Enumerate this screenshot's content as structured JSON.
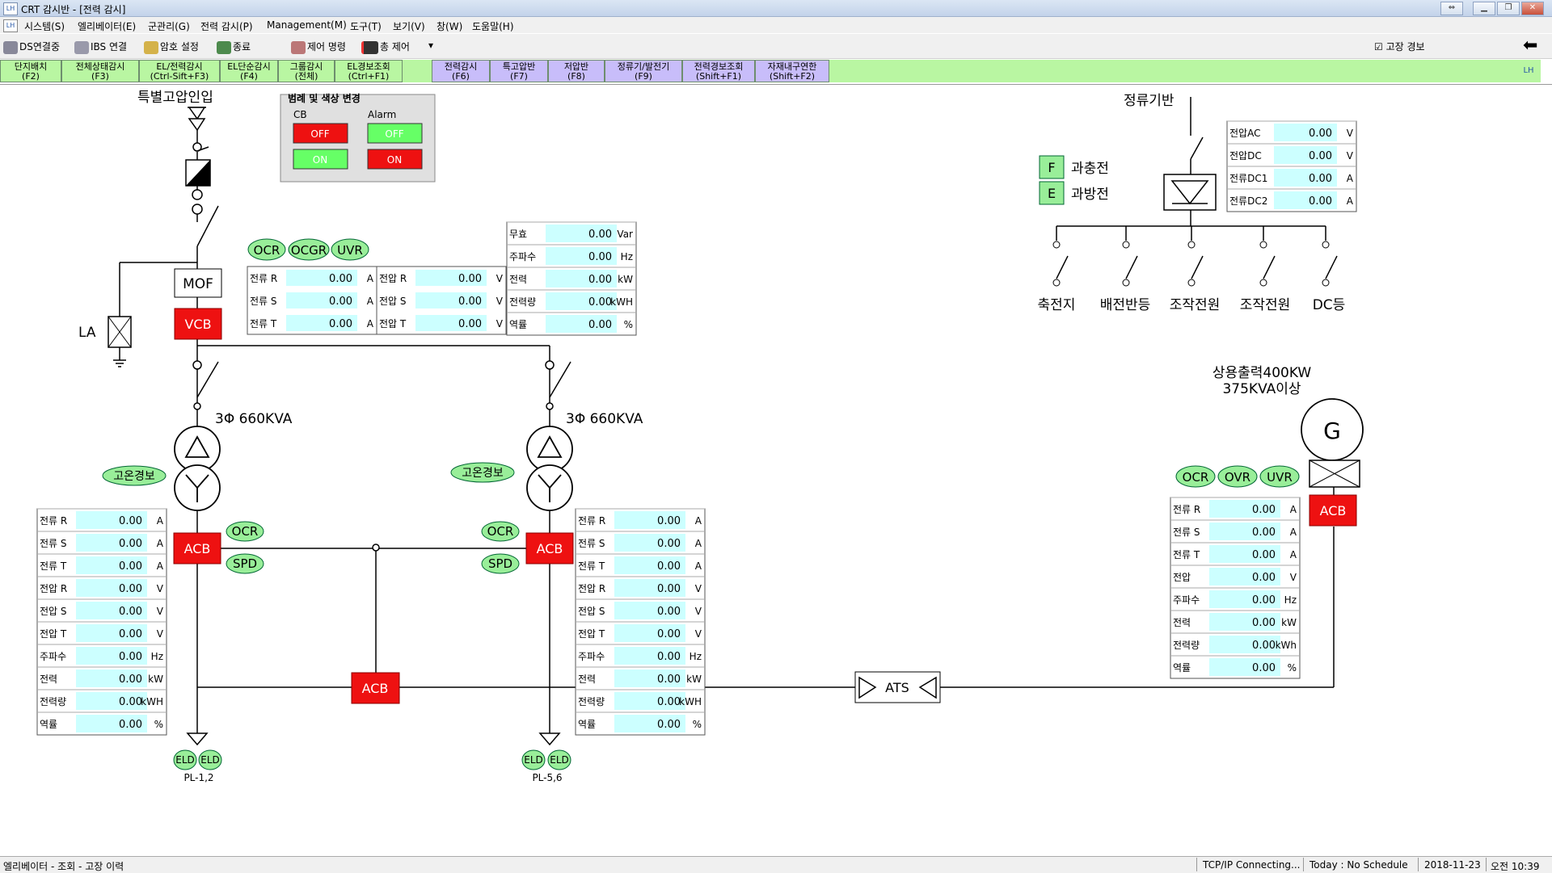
{
  "window": {
    "title": "CRT 감시반 - [전력 감시]",
    "logo": "LH"
  },
  "menu": [
    "시스템(S)",
    "엘리베이터(E)",
    "군관리(G)",
    "전력 감시(P)",
    "Management(M)",
    "도구(T)",
    "보기(V)",
    "창(W)",
    "도움말(H)"
  ],
  "toolbar": {
    "ds": "DS연결중",
    "ibs": "IBS 연결",
    "password": "암호 설정",
    "exit": "종료",
    "control": "제어 명령",
    "all_control": "총 제어",
    "alarm_check": "고장 경보"
  },
  "tabs": [
    {
      "label": "단지배치\n(F2)",
      "style": "green"
    },
    {
      "label": "전체상태감시\n(F3)",
      "style": "green"
    },
    {
      "label": "EL/전력감시\n(Ctrl-Sift+F3)",
      "style": "green"
    },
    {
      "label": "EL단순감시\n(F4)",
      "style": "green"
    },
    {
      "label": "그룹감시\n(전체)",
      "style": "green"
    },
    {
      "label": "EL경보조회\n(Ctrl+F1)",
      "style": "green"
    },
    {
      "label": "전력감시\n(F6)",
      "style": "purple"
    },
    {
      "label": "특고압반\n(F7)",
      "style": "purple"
    },
    {
      "label": "저압반\n(F8)",
      "style": "purple"
    },
    {
      "label": "정류기/발전기\n(F9)",
      "style": "purple"
    },
    {
      "label": "전력경보조회\n(Shift+F1)",
      "style": "purple"
    },
    {
      "label": "자재내구연한\n(Shift+F2)",
      "style": "purple"
    }
  ],
  "legend": {
    "title": "범례 및 색상 변경",
    "cb": "CB",
    "alarm": "Alarm",
    "off": "OFF",
    "on": "ON"
  },
  "labels": {
    "incoming": "특별고압인입",
    "mof": "MOF",
    "vcb": "VCB",
    "la": "LA",
    "tr1": "3Φ 660KVA",
    "tr2": "3Φ 660KVA",
    "temp_alarm": "고온경보",
    "acb": "ACB",
    "ats": "ATS",
    "ocr": "OCR",
    "ocgr": "OCGR",
    "uvr": "UVR",
    "ovr": "OVR",
    "spd": "SPD",
    "eld": "ELD",
    "pl1": "PL-1,2",
    "pl2": "PL-5,6",
    "rectifier": "정류기반",
    "f": "F",
    "e": "E",
    "overcharge": "과충전",
    "overdischarge": "과방전",
    "feeders": [
      "축전지",
      "배전반등",
      "조작전원",
      "조작전원",
      "DC등"
    ],
    "gen_rating1": "상용출력400KW",
    "gen_rating2": "375KVA이상",
    "gen": "G"
  },
  "hv_table": [
    [
      [
        "전류 R",
        "0.00",
        "A"
      ],
      [
        "전압 R",
        "0.00",
        "V"
      ]
    ],
    [
      [
        "전류 S",
        "0.00",
        "A"
      ],
      [
        "전압 S",
        "0.00",
        "V"
      ]
    ],
    [
      [
        "전류 T",
        "0.00",
        "A"
      ],
      [
        "전압 T",
        "0.00",
        "V"
      ]
    ]
  ],
  "hv_right": [
    [
      "무효",
      "0.00",
      "Var"
    ],
    [
      "주파수",
      "0.00",
      "Hz"
    ],
    [
      "전력",
      "0.00",
      "kW"
    ],
    [
      "전력량",
      "0.00",
      "kWH"
    ],
    [
      "역률",
      "0.00",
      "%"
    ]
  ],
  "lv_table_left": [
    [
      "전류 R",
      "0.00",
      "A"
    ],
    [
      "전류 S",
      "0.00",
      "A"
    ],
    [
      "전류 T",
      "0.00",
      "A"
    ],
    [
      "전압 R",
      "0.00",
      "V"
    ],
    [
      "전압 S",
      "0.00",
      "V"
    ],
    [
      "전압 T",
      "0.00",
      "V"
    ],
    [
      "주파수",
      "0.00",
      "Hz"
    ],
    [
      "전력",
      "0.00",
      "kW"
    ],
    [
      "전력량",
      "0.00",
      "kWH"
    ],
    [
      "역률",
      "0.00",
      "%"
    ]
  ],
  "lv_table_right": [
    [
      "전류 R",
      "0.00",
      "A"
    ],
    [
      "전류 S",
      "0.00",
      "A"
    ],
    [
      "전류 T",
      "0.00",
      "A"
    ],
    [
      "전압 R",
      "0.00",
      "V"
    ],
    [
      "전압 S",
      "0.00",
      "V"
    ],
    [
      "전압 T",
      "0.00",
      "V"
    ],
    [
      "주파수",
      "0.00",
      "Hz"
    ],
    [
      "전력",
      "0.00",
      "kW"
    ],
    [
      "전력량",
      "0.00",
      "kWH"
    ],
    [
      "역률",
      "0.00",
      "%"
    ]
  ],
  "rect_table": [
    [
      "전압AC",
      "0.00",
      "V"
    ],
    [
      "전압DC",
      "0.00",
      "V"
    ],
    [
      "전류DC1",
      "0.00",
      "A"
    ],
    [
      "전류DC2",
      "0.00",
      "A"
    ]
  ],
  "gen_table": [
    [
      "전류 R",
      "0.00",
      "A"
    ],
    [
      "전류 S",
      "0.00",
      "A"
    ],
    [
      "전류 T",
      "0.00",
      "A"
    ],
    [
      "전압",
      "0.00",
      "V"
    ],
    [
      "주파수",
      "0.00",
      "Hz"
    ],
    [
      "전력",
      "0.00",
      "kW"
    ],
    [
      "전력량",
      "0.00",
      "kWh"
    ],
    [
      "역률",
      "0.00",
      "%"
    ]
  ],
  "status": {
    "left": "엘리베이터 - 조회 - 고장 이력",
    "conn": "TCP/IP Connecting...",
    "schedule": "Today : No Schedule",
    "date": "2018-11-23",
    "time": "오전 10:39"
  },
  "colors": {
    "on_red": "#ff0000",
    "off_green": "#66ff66",
    "value_cell": "#ccffff",
    "indicator": "#99ee99",
    "tab_green": "#b9f6a2",
    "tab_purple": "#c8bdfa"
  }
}
